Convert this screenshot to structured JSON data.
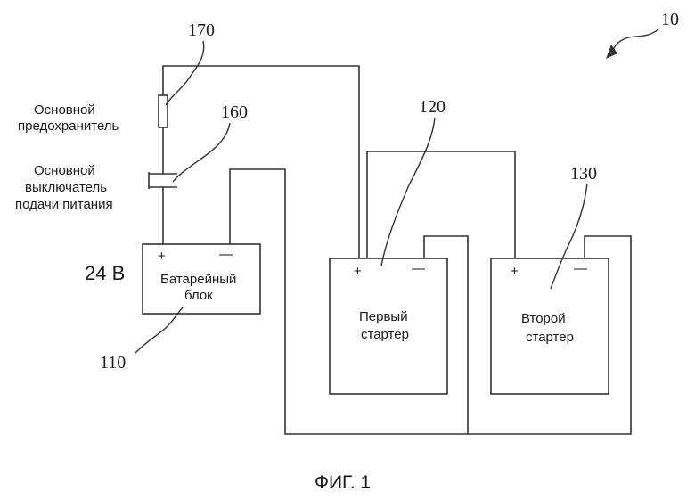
{
  "figure": {
    "ref_overall": "10",
    "caption": "ФИГ. 1",
    "fuse": {
      "ref": "170",
      "label_line1": "Основной",
      "label_line2": "предохранитель"
    },
    "switch": {
      "ref": "160",
      "label_line1": "Основной",
      "label_line2": "выключатель",
      "label_line3": "подачи питания"
    },
    "battery": {
      "ref": "110",
      "voltage": "24 В",
      "name_line1": "Батарейный",
      "name_line2": "блок",
      "plus": "+",
      "minus": "—"
    },
    "starter1": {
      "ref": "120",
      "name_line1": "Первый",
      "name_line2": "стартер",
      "plus": "+",
      "minus": "—"
    },
    "starter2": {
      "ref": "130",
      "name_line1": "Второй",
      "name_line2": "стартер",
      "plus": "+",
      "minus": "—"
    }
  }
}
